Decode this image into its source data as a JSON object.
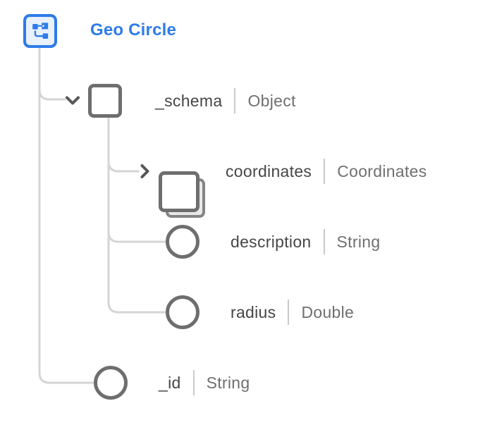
{
  "root": {
    "title": "Geo Circle",
    "icon": "schema-root-icon"
  },
  "tree": {
    "nodes": [
      {
        "id": "_schema",
        "name": "_schema",
        "type": "Object",
        "icon": "object",
        "depth": 1,
        "state": "expanded"
      },
      {
        "id": "coordinates",
        "name": "coordinates",
        "type": "Coordinates",
        "icon": "object-array",
        "depth": 2,
        "state": "collapsed"
      },
      {
        "id": "description",
        "name": "description",
        "type": "String",
        "icon": "field",
        "depth": 2
      },
      {
        "id": "radius",
        "name": "radius",
        "type": "Double",
        "icon": "field",
        "depth": 2
      },
      {
        "id": "_id",
        "name": "_id",
        "type": "String",
        "icon": "field",
        "depth": 1
      }
    ]
  },
  "colors": {
    "accent_blue": "#2E7BE9",
    "accent_blue_fill": "#E8F1FC",
    "node_gray": "#6E6E6E",
    "connector_gray": "#D5D5D5",
    "name_text": "#464646",
    "type_text": "#6F6F6F",
    "divider_gray": "#C9C9C9",
    "chevron_gray": "#565656",
    "page_bg": "#FFFFFF"
  }
}
